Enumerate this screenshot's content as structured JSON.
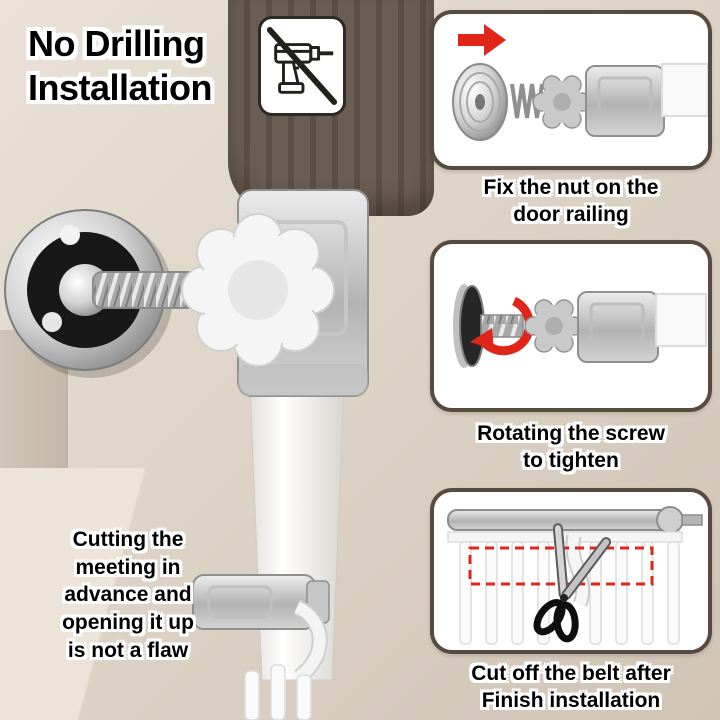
{
  "title": "No Drilling\nInstallation",
  "steps": [
    {
      "caption": "Fix the nut on the\ndoor railing"
    },
    {
      "caption": "Rotating the screw\nto tighten"
    },
    {
      "caption": "Cut off the belt after\nFinish installation"
    }
  ],
  "note": "Cutting the\nmeeting in\nadvance and\nopening it up\nis not a flaw",
  "icons": {
    "badge": "no-drilling-icon",
    "step1_arrow": "red-arrow-right-icon",
    "step2_arrow": "rotate-arrow-icon",
    "step3_tool": "scissors-icon"
  },
  "colors": {
    "background": "#dbd1c4",
    "panel": "#6b5d51",
    "panel_stripe": "#5c5046",
    "box_border": "#574b40",
    "accent_red": "#e0251a",
    "text": "#000000"
  }
}
